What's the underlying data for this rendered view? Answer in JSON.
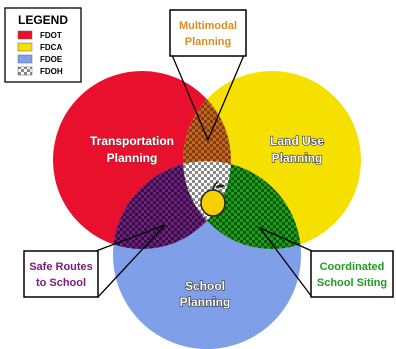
{
  "legend": {
    "title": "LEGEND",
    "items": [
      {
        "label": "FDOT",
        "color": "#e8102c"
      },
      {
        "label": "FDCA",
        "color": "#f5e000"
      },
      {
        "label": "FDOE",
        "color": "#7f9fe8"
      },
      {
        "label": "FDOH",
        "color": "checkered"
      }
    ]
  },
  "circles": {
    "transportation": {
      "line1": "Transportation",
      "line2": "Planning",
      "color": "#e8102c"
    },
    "land_use": {
      "line1": "Land Use",
      "line2": "Planning",
      "color": "#f5e000"
    },
    "school": {
      "line1": "School",
      "line2": "Planning",
      "color": "#7f9fe8"
    }
  },
  "callouts": {
    "multimodal": {
      "line1": "Multimodal",
      "line2": "Planning",
      "color": "#e08a1e"
    },
    "safe_routes": {
      "line1": "Safe Routes",
      "line2": "to School",
      "color": "#7a1a7a"
    },
    "coordinated": {
      "line1": "Coordinated",
      "line2": "School Siting",
      "color": "#1f9e1f"
    }
  },
  "center_icon": "apple-icon",
  "overlap_colors": {
    "red_yellow": "#b15a1a",
    "red_blue": "#5a1a6a",
    "yellow_blue": "#149414"
  }
}
